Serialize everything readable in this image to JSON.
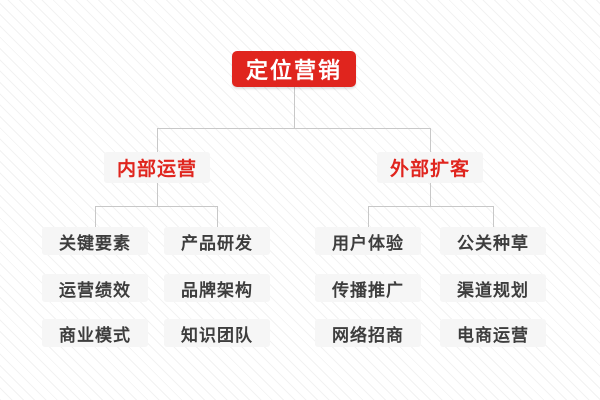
{
  "root": {
    "label": "定位营销"
  },
  "branches": [
    {
      "label": "内部运营",
      "children": [
        "关键要素",
        "产品研发",
        "运营绩效",
        "品牌架构",
        "商业模式",
        "知识团队"
      ]
    },
    {
      "label": "外部扩客",
      "children": [
        "用户体验",
        "公关种草",
        "传播推广",
        "渠道规划",
        "网络招商",
        "电商运营"
      ]
    }
  ],
  "colors": {
    "accent_red": "#e0251e",
    "node_bg": "#f6f6f6",
    "leaf_text": "#3d3d3d",
    "line_color": "#c8c8c8",
    "stripe": "#f2f2f2"
  }
}
